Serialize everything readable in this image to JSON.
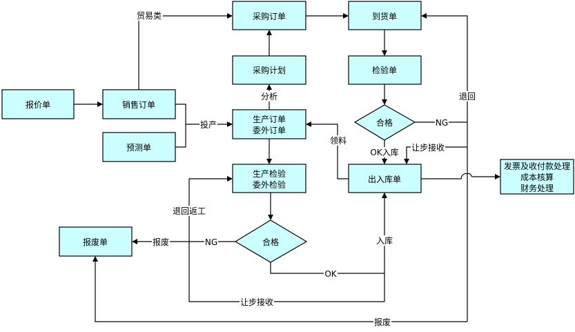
{
  "diagram": {
    "title": "",
    "colors": {
      "node_fill": "#ccffff",
      "stroke": "#000000",
      "background": "#ffffff"
    },
    "nodes": {
      "quote": {
        "lines": [
          "报价单"
        ]
      },
      "sales_order": {
        "lines": [
          "销售订单"
        ]
      },
      "forecast": {
        "lines": [
          "预测单"
        ]
      },
      "purchase_order": {
        "lines": [
          "采购订单"
        ]
      },
      "purchase_plan": {
        "lines": [
          "采购计划"
        ]
      },
      "production_order": {
        "lines": [
          "生产订单",
          "委外订单"
        ]
      },
      "production_inspection": {
        "lines": [
          "生产检验",
          "委外检验"
        ]
      },
      "qualified_bottom": {
        "lines": [
          "合格"
        ]
      },
      "scrap_order": {
        "lines": [
          "报废单"
        ]
      },
      "arrival": {
        "lines": [
          "到货单"
        ]
      },
      "inspection": {
        "lines": [
          "检验单"
        ]
      },
      "qualified_top": {
        "lines": [
          "合格"
        ]
      },
      "stock_io": {
        "lines": [
          "出入库单"
        ]
      },
      "finance": {
        "lines": [
          "发票及收付款处理",
          "成本核算",
          "财务处理"
        ]
      }
    },
    "edge_labels": {
      "trade": "贸易类",
      "to_production": "投产",
      "analysis": "分析",
      "return": "退回",
      "ng_top": "NG",
      "ok_instock": "OK入库",
      "concession_top": "让步接收",
      "material_pick": "领料",
      "rework": "退回返工",
      "scrap_left": "报废",
      "ng_bottom": "NG",
      "instock": "入库",
      "ok_bottom": "OK",
      "concession_bottom": "让步接收",
      "scrap_bottom": "报废"
    }
  }
}
